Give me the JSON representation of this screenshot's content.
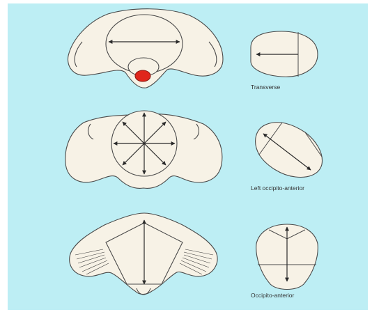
{
  "colors": {
    "background": "#bdeef4",
    "bone": "#f7f2e6",
    "outline": "#4a4a4a",
    "highlight": "#e0261b"
  },
  "labels": {
    "row1": "Transverse",
    "row2": "Left occipito-anterior",
    "row3": "Occipito-anterior"
  }
}
